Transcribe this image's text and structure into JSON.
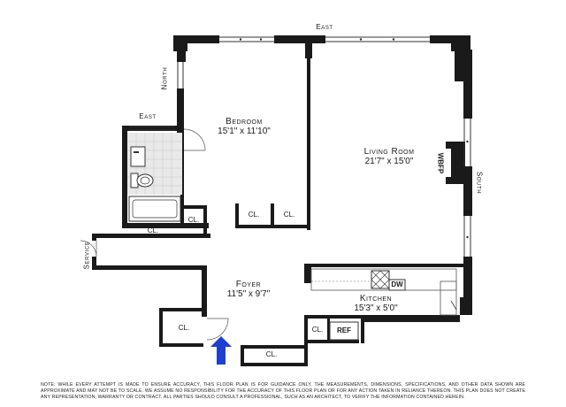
{
  "compass": {
    "east_top": "East",
    "north": "North",
    "east_bath": "East",
    "south": "South",
    "service": "Service"
  },
  "rooms": {
    "bedroom": {
      "name": "Bedroom",
      "dims": "15'1\" x 11'10\""
    },
    "living_room": {
      "name": "Living Room",
      "dims": "21'7\" x 15'0\""
    },
    "foyer": {
      "name": "Foyer",
      "dims": "11'5\" x 9'7\""
    },
    "kitchen": {
      "name": "Kitchen",
      "dims": "15'3\" x 5'0\""
    }
  },
  "fixtures": {
    "wbfp": "WBFP",
    "dw": "DW",
    "ref": "REF"
  },
  "closets": {
    "bed_cl_1": "CL.",
    "bed_cl_2": "CL.",
    "bath_cl": "CL.",
    "hall_cl": "CL.",
    "foyer_cl_left": "CL.",
    "foyer_cl_bottom": "CL.",
    "kitchen_cl": "CL."
  },
  "entry_arrow_color": "#1f3fd0",
  "disclaimer": "Note: While every attempt is made to ensure accuracy, this floor plan is for guidance only. The measurements, dimensions, specifications, and other data shown are approximate and may not be to scale. We assume no responsibility for the accuracy of this floor plan or for any action taken in reliance thereon. This plan does not create any representation, warranty or contract. All parties should consult a professional, such as an architect, to verify the information contained herein."
}
